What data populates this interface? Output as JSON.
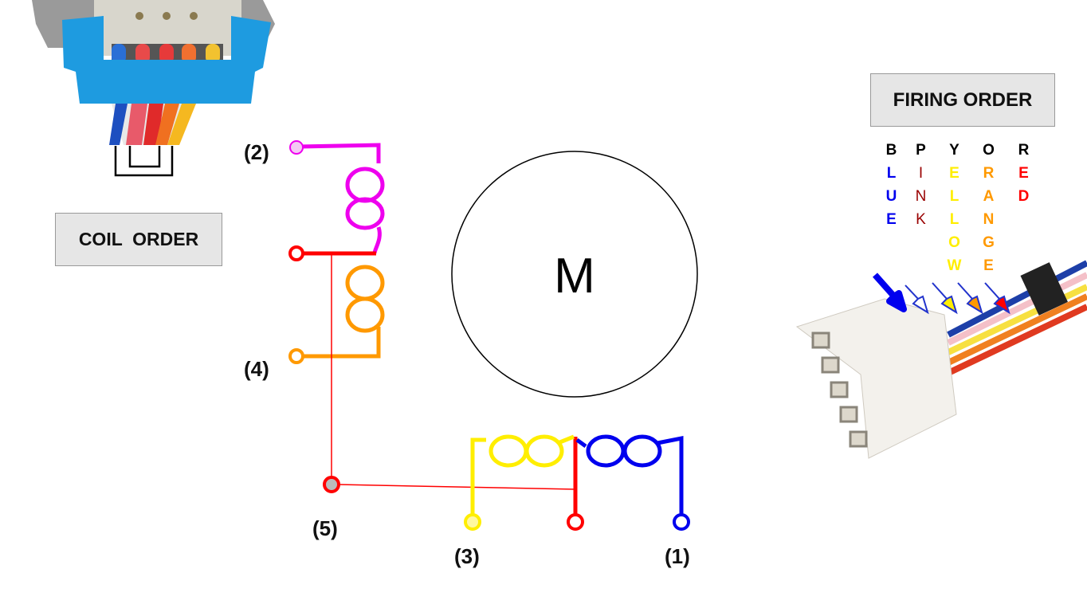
{
  "labels": {
    "coil_order": "COIL  ORDER",
    "firing_order": "FIRING ORDER",
    "motor": "M",
    "terminals": [
      "(1)",
      "(2)",
      "(3)",
      "(4)",
      "(5)"
    ]
  },
  "firing_order": [
    {
      "word": "BLUE",
      "color": "#0000ee"
    },
    {
      "word": "PINK",
      "color": "#990000"
    },
    {
      "word": "YELLOW",
      "color": "#ffee00"
    },
    {
      "word": "ORANGE",
      "color": "#ff9900"
    },
    {
      "word": "RED",
      "color": "#ff0000"
    }
  ],
  "colors": {
    "pink_wire": "#ee00ee",
    "red_wire": "#ff0000",
    "orange_wire": "#ff9900",
    "yellow_wire": "#ffee00",
    "blue_wire": "#0000ee"
  }
}
